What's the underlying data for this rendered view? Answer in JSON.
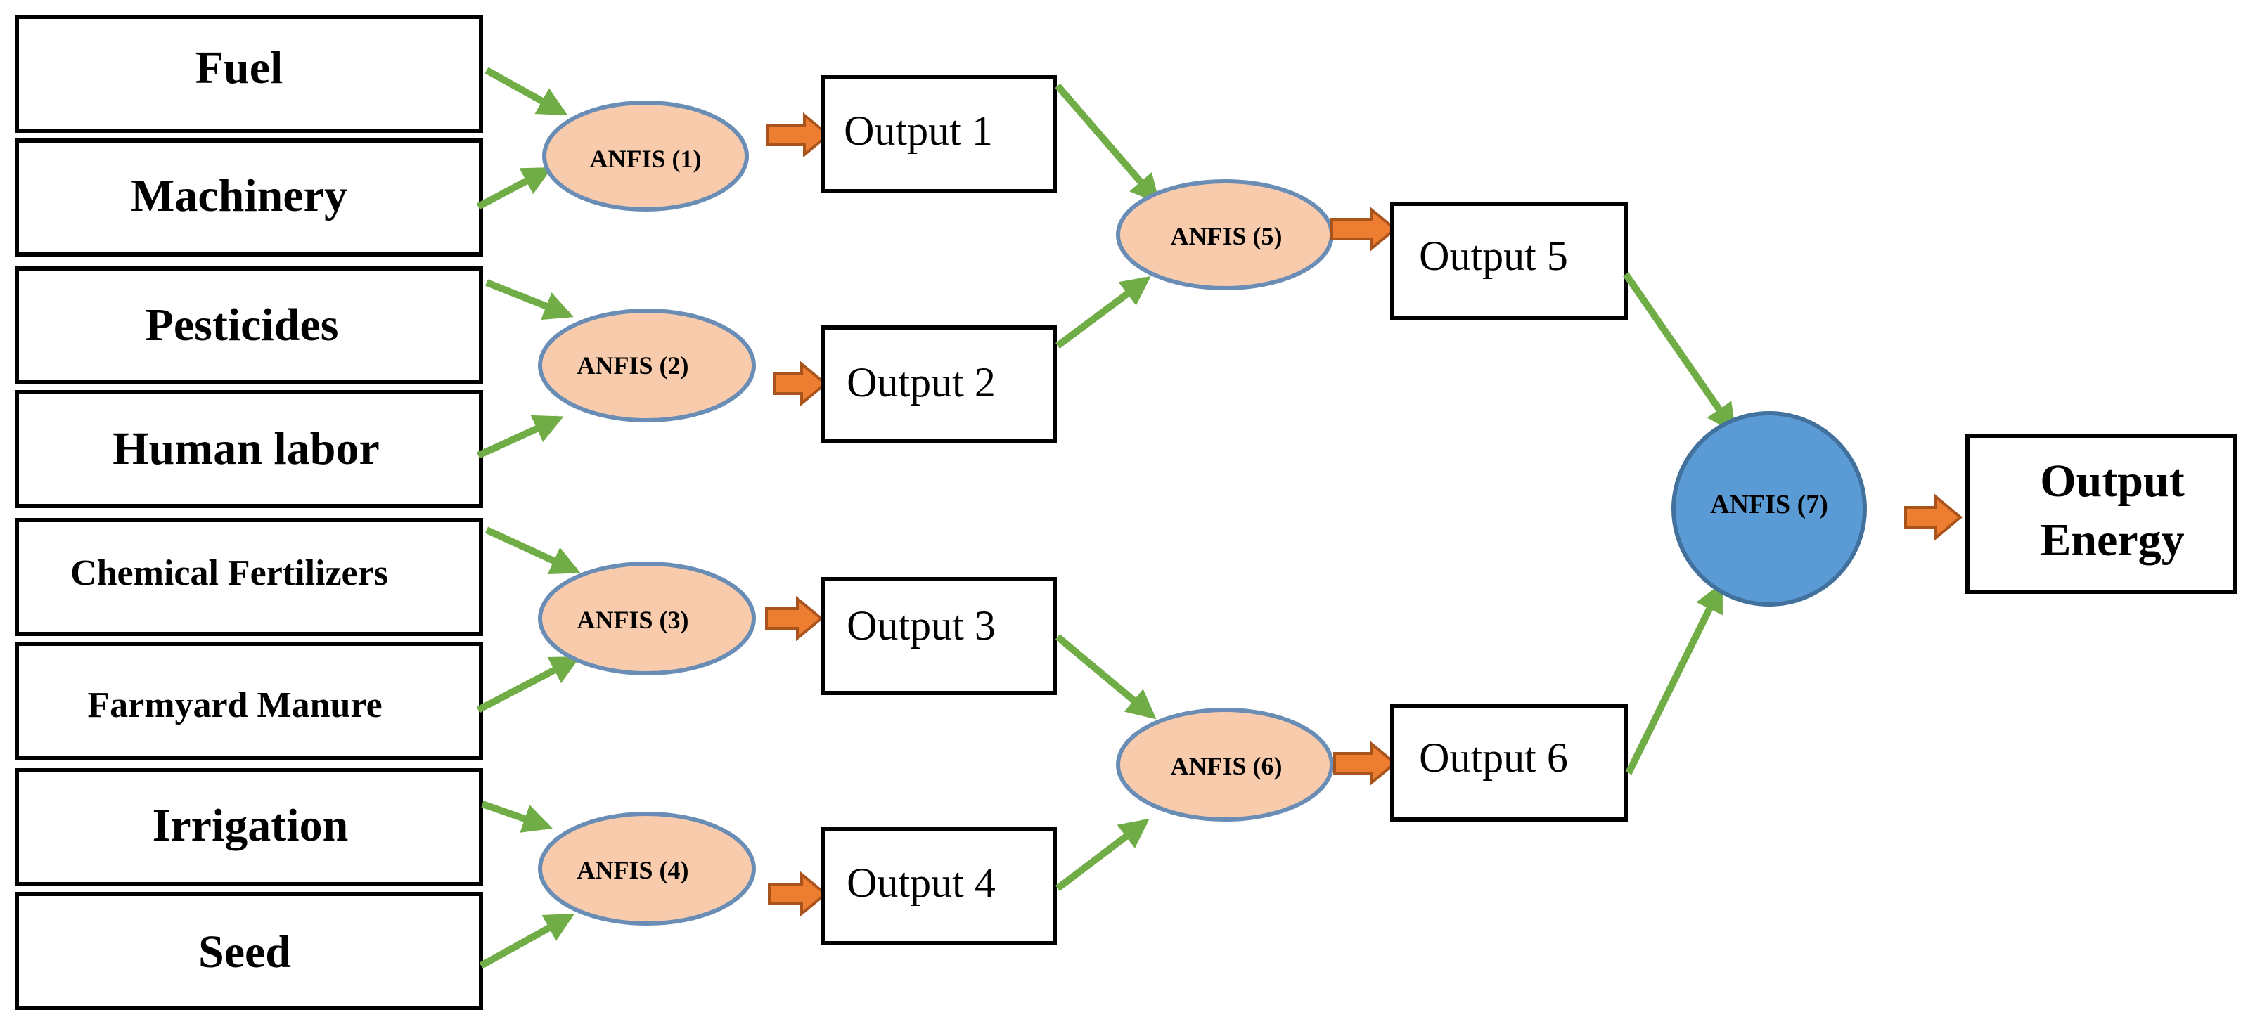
{
  "colors": {
    "green_arrow": "#70ad47",
    "orange_arrow": "#ed7d31",
    "orange_arrow_stroke": "#a9541c",
    "ellipse_fill": "#f8cbad",
    "ellipse_stroke": "#6a8db5",
    "final_node_fill": "#5b9bd5",
    "final_node_stroke": "#41719c",
    "box_stroke": "#000000"
  },
  "inputs": [
    {
      "label": "Fuel"
    },
    {
      "label": "Machinery"
    },
    {
      "label": "Pesticides"
    },
    {
      "label": "Human labor"
    },
    {
      "label": "Chemical Fertilizers"
    },
    {
      "label": "Farmyard Manure"
    },
    {
      "label": "Irrigation"
    },
    {
      "label": "Seed"
    }
  ],
  "anfis": [
    {
      "label": "ANFIS (1)"
    },
    {
      "label": "ANFIS (2)"
    },
    {
      "label": "ANFIS (3)"
    },
    {
      "label": "ANFIS (4)"
    },
    {
      "label": "ANFIS (5)"
    },
    {
      "label": "ANFIS (6)"
    },
    {
      "label": "ANFIS (7)"
    }
  ],
  "outputs": [
    {
      "label": "Output 1"
    },
    {
      "label": "Output 2"
    },
    {
      "label": "Output 3"
    },
    {
      "label": "Output 4"
    },
    {
      "label": "Output 5"
    },
    {
      "label": "Output 6"
    }
  ],
  "final_output": {
    "line1": "Output",
    "line2": "Energy"
  }
}
